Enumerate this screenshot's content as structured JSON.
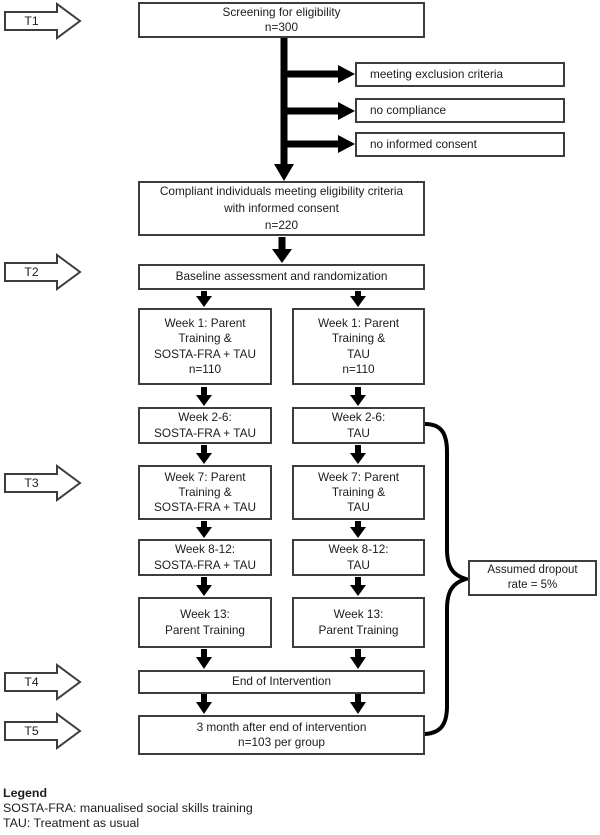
{
  "timeline": {
    "items": [
      "T1",
      "T2",
      "T3",
      "T4",
      "T5"
    ]
  },
  "flow": {
    "screening": "Screening for eligibility\nn=300",
    "exclusions": [
      "meeting exclusion criteria",
      "no compliance",
      "no informed consent"
    ],
    "compliant": "Compliant individuals meeting eligibility criteria\nwith informed consent\nn=220",
    "baseline": "Baseline assessment and randomization",
    "left_column": [
      "Week 1: Parent\nTraining &\nSOSTA-FRA + TAU\nn=110",
      "Week 2-6:\nSOSTA-FRA + TAU",
      "Week 7: Parent\nTraining &\nSOSTA-FRA + TAU",
      "Week 8-12:\nSOSTA-FRA + TAU",
      "Week 13:\nParent Training"
    ],
    "right_column": [
      "Week 1: Parent\nTraining &\nTAU\nn=110",
      "Week 2-6:\nTAU",
      "Week 7: Parent\nTraining &\nTAU",
      "Week 8-12:\nTAU",
      "Week 13:\nParent Training"
    ],
    "end_of_intervention": "End of Intervention",
    "followup": "3 month after end of intervention\nn=103 per group",
    "dropout": "Assumed dropout\nrate = 5%"
  },
  "legend": {
    "title": "Legend",
    "lines": [
      "SOSTA-FRA: manualised social skills training",
      "TAU: Treatment as usual"
    ]
  },
  "colors": {
    "arrow": "#000000",
    "border": "#3d3d3d",
    "background": "#ffffff",
    "text": "#1c1c1c"
  }
}
